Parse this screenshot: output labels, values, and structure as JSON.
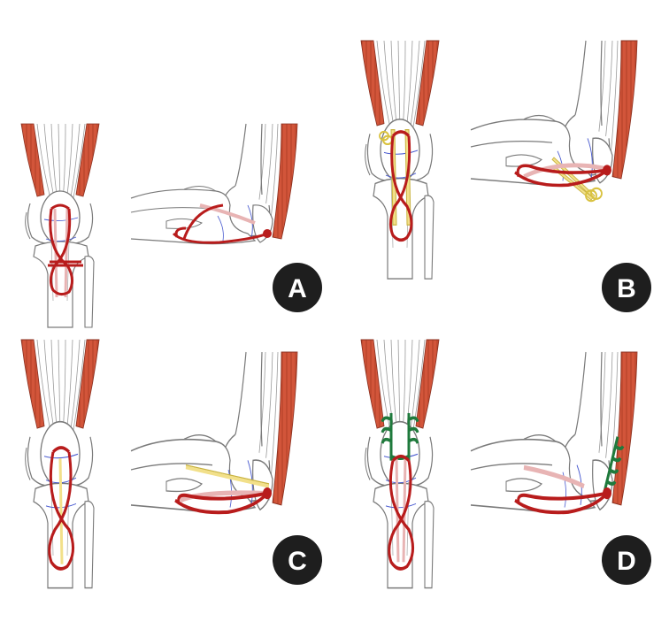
{
  "panels": [
    {
      "id": "A",
      "label": "A"
    },
    {
      "id": "B",
      "label": "B"
    },
    {
      "id": "C",
      "label": "C"
    },
    {
      "id": "D",
      "label": "D"
    }
  ],
  "colors": {
    "bone_outline": "#7a7a7a",
    "muscle": "#d2553a",
    "tendon": "#9a9a9a",
    "wire": "#b81c1c",
    "wire_shadow": "#e8b4b4",
    "k_wire": "#f2e08a",
    "k_wire_edge": "#c9b340",
    "fracture_line": "#4a5bd0",
    "suture_anchor": "#1f7a3c",
    "badge": "#1e1e1e",
    "badge_text": "#ffffff"
  }
}
